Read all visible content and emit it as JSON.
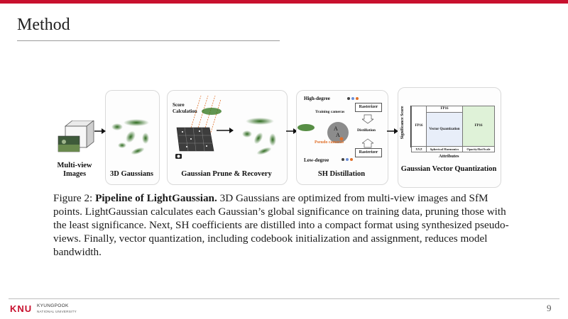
{
  "slide": {
    "title": "Method",
    "page_number": "9",
    "accent_color": "#c8102e"
  },
  "logo": {
    "mark": "KNU",
    "name": "KYUNGPOOK",
    "subname": "NATIONAL UNIVERSITY"
  },
  "figure": {
    "stages": {
      "input_label": "Multi-view Images",
      "gaussians_label": "3D Gaussians",
      "prune_label": "Gaussian Prune & Recovery",
      "distill_label": "SH Distillation",
      "vq_label": "Gaussian Vector Quantization"
    },
    "prune": {
      "score_label": "Score Calculation"
    },
    "distill": {
      "high_degree": "High-degree",
      "low_degree": "Low-degree",
      "training_cameras": "Training cameras",
      "pseudo_cameras": "Pseudo cameras",
      "rasterizer_top": "Rasterizer",
      "rasterizer_bottom": "Rasterizer",
      "distillation": "Distillation"
    },
    "vq": {
      "y_axis": "Significance Score",
      "x_axis": "Attributes",
      "fp16_left": "FP16",
      "fp16_top": "FP16",
      "fp16_right": "FP16",
      "vector_quantization": "Vector Quantization",
      "col_xyz": "XYZ",
      "col_sh": "Spherical Harmonics",
      "col_opacity": "Opacity/Rot/Scale"
    }
  },
  "caption": {
    "prefix": "Figure 2:",
    "bold": "Pipeline of LightGaussian.",
    "body": "3D Gaussians are optimized from multi-view images and SfM points. LightGaussian calculates each Gaussian’s global significance on training data, pruning those with the least significance. Next, SH coefficients are distilled into a compact format using synthesized pseudo-views. Finally, vector quantization, including codebook initialization and assignment, reduces model bandwidth."
  }
}
